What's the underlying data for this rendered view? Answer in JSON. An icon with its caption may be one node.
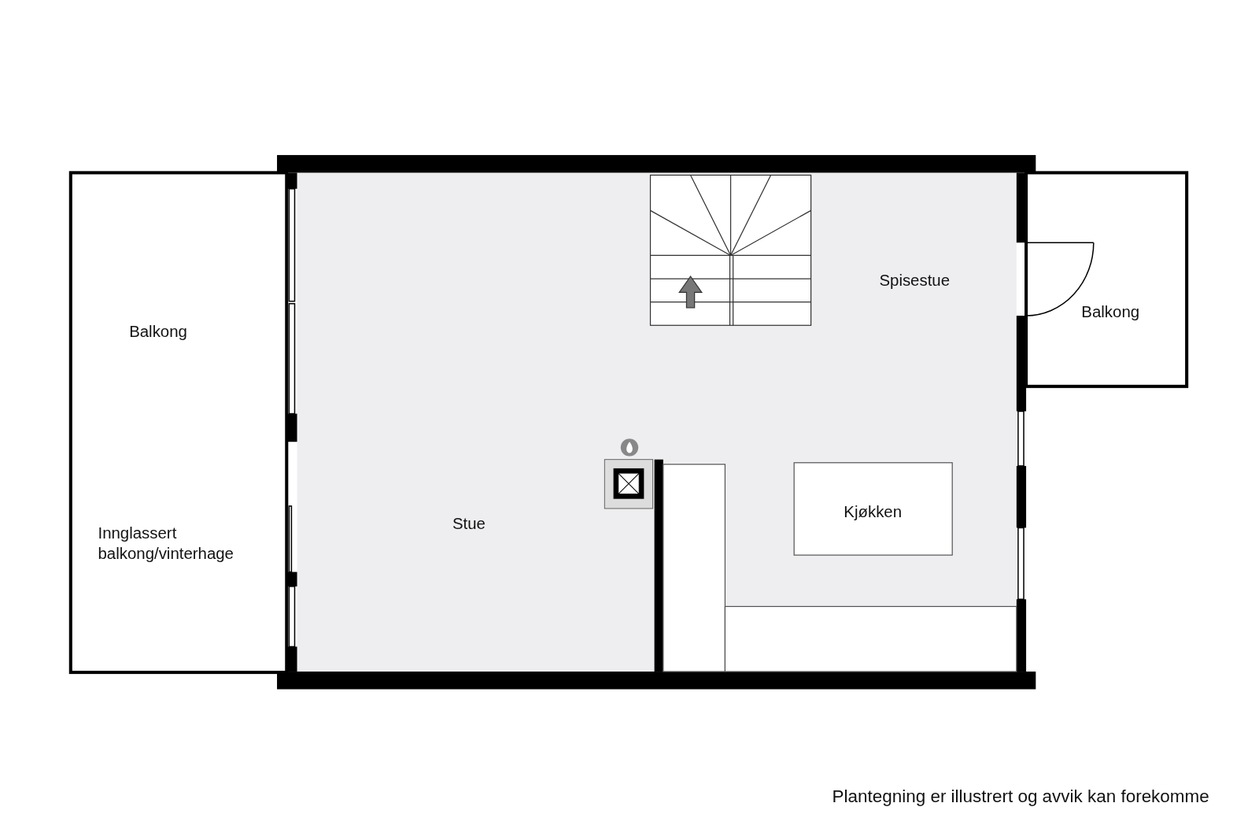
{
  "diagram": {
    "caption": "Plantegning er illustrert og avvik kan forekomme",
    "labels": [
      "Spisestue",
      "Balkong",
      "Balkong",
      "Kjøkken",
      "Stue",
      "Innglassert balkong/vinterhage"
    ]
  }
}
